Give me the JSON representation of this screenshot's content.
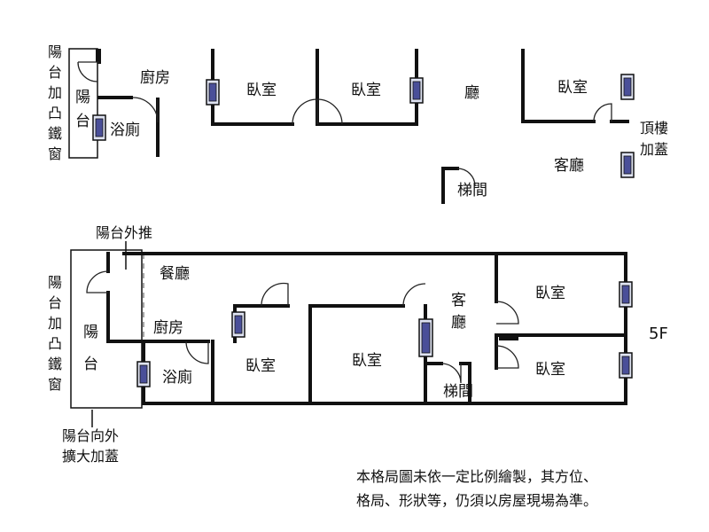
{
  "floor_top": {
    "rooms": {
      "kitchen": "廚房",
      "balcony": "陽台",
      "bath": "浴廁",
      "bedroom_1": "臥室",
      "bedroom_2": "臥室",
      "hall": "廳",
      "bedroom_3": "臥室",
      "living": "客廳",
      "stairs": "梯間"
    },
    "left_note": "陽台加凸鐵窗",
    "right_note": "頂樓加蓋"
  },
  "floor_bottom": {
    "rooms": {
      "dining": "餐廳",
      "kitchen": "廚房",
      "balcony": "陽台",
      "bath": "浴廁",
      "bedroom_1": "臥室",
      "bedroom_2": "臥室",
      "living": "客廳",
      "stairs": "梯間",
      "bedroom_3": "臥室",
      "bedroom_4": "臥室"
    },
    "top_note": "陽台外推",
    "left_note": "陽台加凸鐵窗",
    "bottom_note_line1": "陽台向外",
    "bottom_note_line2": "擴大加蓋",
    "floor_label": "5F"
  },
  "disclaimer": {
    "line1": "本格局圖未依一定比例繪製，其方位、",
    "line2": "格局、形狀等，仍須以房屋現場為準。"
  }
}
